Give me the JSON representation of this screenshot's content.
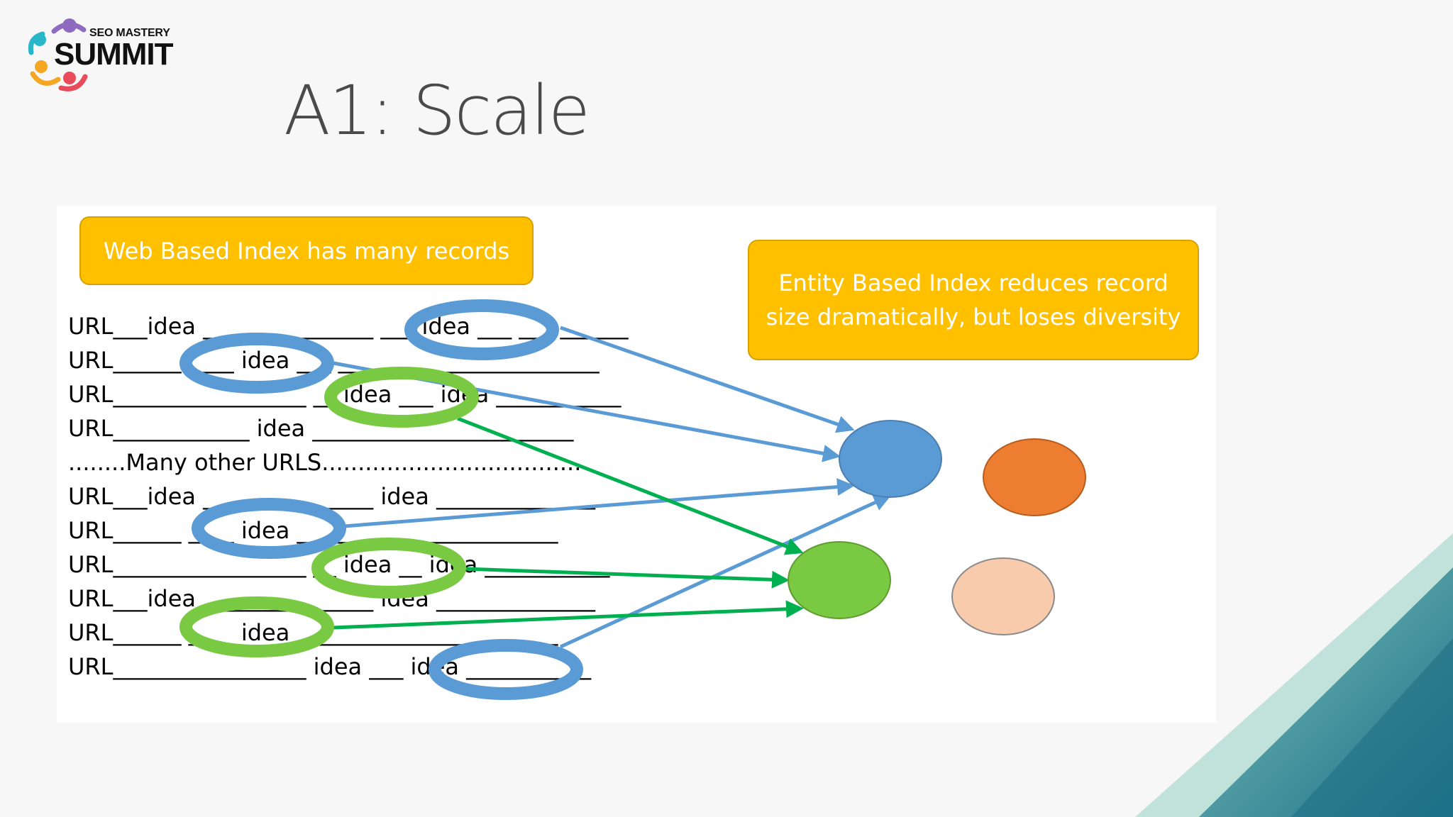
{
  "logo": {
    "small_text": "SEO MASTERY",
    "large_text": "SUMMIT"
  },
  "title": "A1: Scale",
  "diagram": {
    "left_callout": "Web Based Index has many records",
    "right_callout_lines": [
      "Entity Based Index reduces record",
      "size dramatically, but loses diversity"
    ],
    "rows": [
      "URL___idea _______________ ___ idea ___ ___ ______",
      "URL______ ____ idea ___ _______________________",
      "URL_________________ __ idea ___ idea ___________",
      "URL____________ idea _______________________",
      "........Many other URLS....................................",
      "URL___idea _______________ idea ______________",
      "URL______ ____ idea _______________________",
      "URL_________________ __ idea __ idea ___________",
      "URL___idea _______________ idea ______________",
      "URL______ ____ idea _______________________",
      "URL_________________ idea ___ idea ___________"
    ],
    "colors": {
      "blue": "#5b9bd5",
      "green": "#7ac943",
      "green_arrow": "#00b050",
      "orange": "#ed7d31",
      "peach": "#f8cbad",
      "callout": "#ffc000"
    }
  }
}
